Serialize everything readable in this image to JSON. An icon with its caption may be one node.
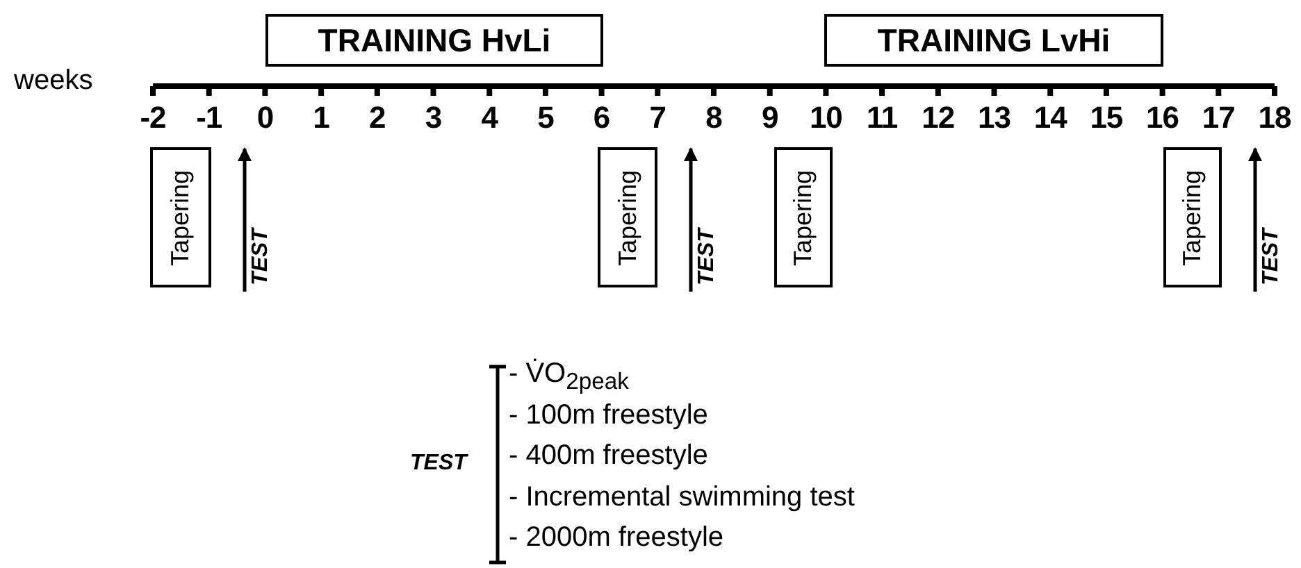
{
  "diagram": {
    "nodes": [
      {
        "text": [
          "TRAINING HvLi"
        ]
      },
      {
        "text": [
          "TRAINING LvHi"
        ]
      },
      {
        "text": [
          "Tapering"
        ]
      },
      {
        "text": [
          "Tapering"
        ]
      },
      {
        "text": [
          "Tapering"
        ]
      },
      {
        "text": [
          "Tapering"
        ]
      }
    ],
    "labels": [
      "weeks",
      "-2",
      "-1",
      "0",
      "1",
      "2",
      "3",
      "4",
      "5",
      "6",
      "7",
      "8",
      "9",
      "10",
      "11",
      "12",
      "13",
      "14",
      "15",
      "16",
      "17",
      "18",
      "TEST",
      "TEST",
      "TEST",
      "TEST",
      "- V̇O$_{2peak}$",
      "- 100m freestyle",
      "- 400m freestyle",
      "- Incremental swimming test",
      "- 2000m freestyle"
    ]
  }
}
